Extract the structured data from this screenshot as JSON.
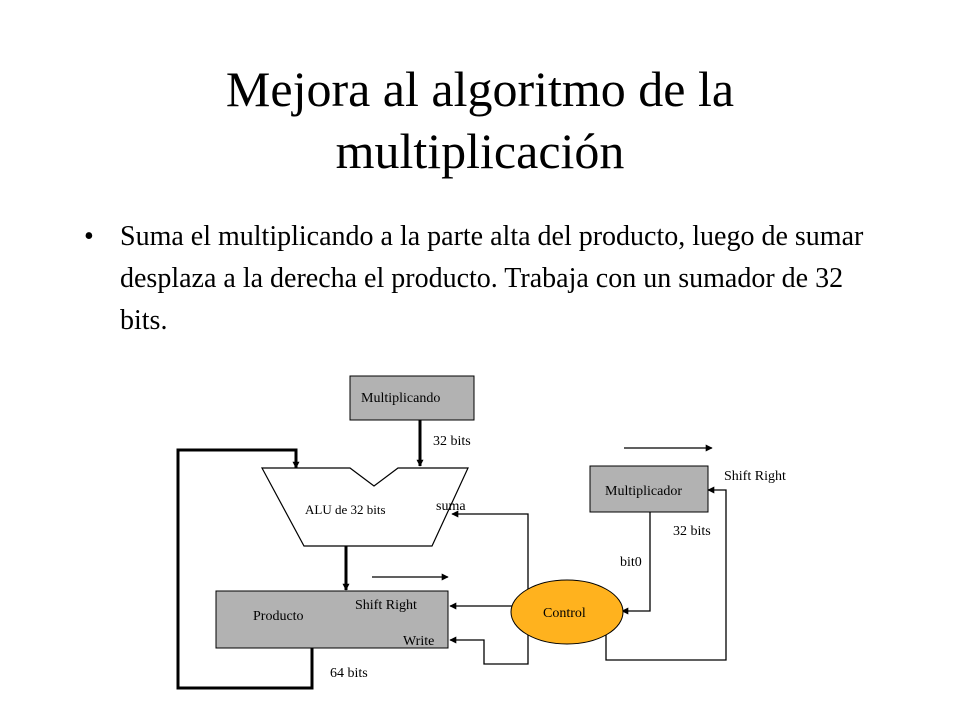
{
  "slide": {
    "title_line1": "Mejora al algoritmo de la",
    "title_line2": "multiplicación",
    "bullet_symbol": "•",
    "bullet_text": "Suma el multiplicando a la parte alta del producto, luego de sumar desplaza a la derecha el producto. Trabaja con un sumador de 32 bits."
  },
  "diagram": {
    "multiplicando": "Multiplicando",
    "bits_32_top": "32 bits",
    "alu": "ALU de 32 bits",
    "suma": "suma",
    "multiplicador": "Multiplicador",
    "shift_right_multiplicador": "Shift Right",
    "bits_32_right": "32 bits",
    "bit0": "bit0",
    "producto": "Producto",
    "shift_right_producto": "Shift Right",
    "write": "Write",
    "control": "Control",
    "bits_64": "64 bits",
    "colors": {
      "register_fill": "#b2b2b2",
      "control_fill": "#ffb21e",
      "line": "#000000"
    }
  }
}
